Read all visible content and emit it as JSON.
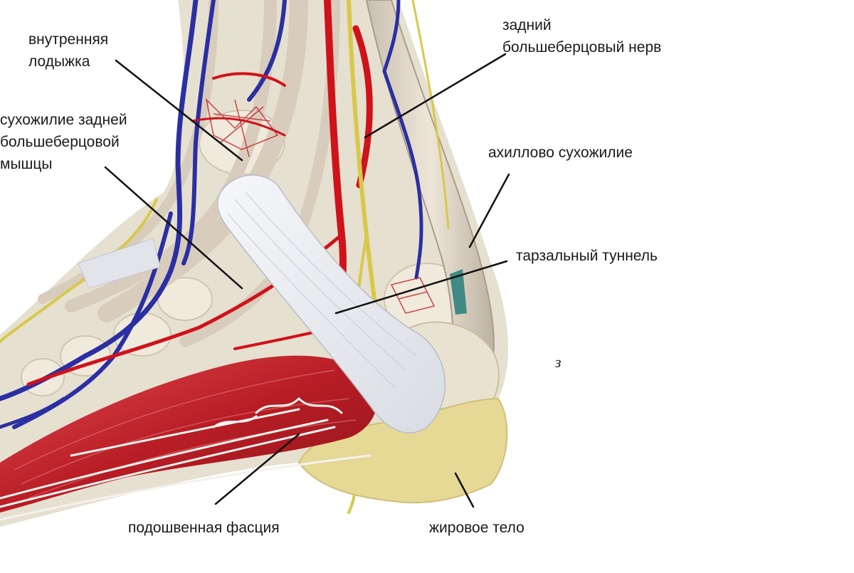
{
  "figure_letter": "з",
  "labels": {
    "medial_malleolus": "внутренняя\nлодыжка",
    "tibialis_posterior_tendon": "сухожилие задней\nбольшеберцовой\nмышцы",
    "posterior_tibial_nerve": "задний\nбольшеберцовый нерв",
    "achilles_tendon": "ахиллово сухожилие",
    "tarsal_tunnel": "тарзальный туннель",
    "plantar_fascia": "подошвенная фасция",
    "fat_pad": "жировое тело"
  },
  "colors": {
    "skin_bg": "#ffffff",
    "bone": "#e8e2d2",
    "tendon": "#dcd3c4",
    "muscle": "#c0232a",
    "artery": "#d0121b",
    "vein": "#2b2fa3",
    "nerve": "#d8c84a",
    "fat_pad": "#e8dc9a",
    "retinaculum": "#eceef2",
    "leader_line": "#111111"
  }
}
